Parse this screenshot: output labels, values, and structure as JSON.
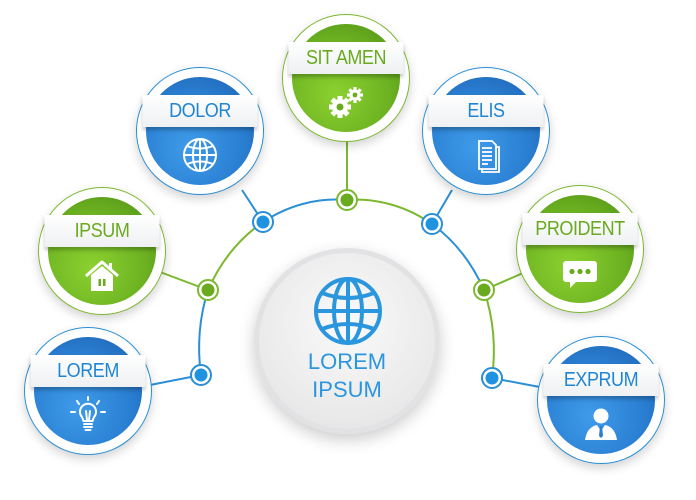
{
  "center": {
    "line1": "LOREM",
    "line2": "IPSUM",
    "icon": "globe-icon"
  },
  "nodes": [
    {
      "label": "LOREM",
      "icon": "lightbulb-icon",
      "color": "blue"
    },
    {
      "label": "IPSUM",
      "icon": "house-icon",
      "color": "green"
    },
    {
      "label": "DOLOR",
      "icon": "globe-icon",
      "color": "blue"
    },
    {
      "label": "SIT AMEN",
      "icon": "gears-icon",
      "color": "green"
    },
    {
      "label": "ELIS",
      "icon": "document-icon",
      "color": "blue"
    },
    {
      "label": "PROIDENT",
      "icon": "speech-bubble-icon",
      "color": "green"
    },
    {
      "label": "EXPRUM",
      "icon": "person-icon",
      "color": "blue"
    }
  ],
  "colors": {
    "blue": "#2a8fd6",
    "green": "#7cb82f",
    "center_text": "#2a96dd"
  }
}
